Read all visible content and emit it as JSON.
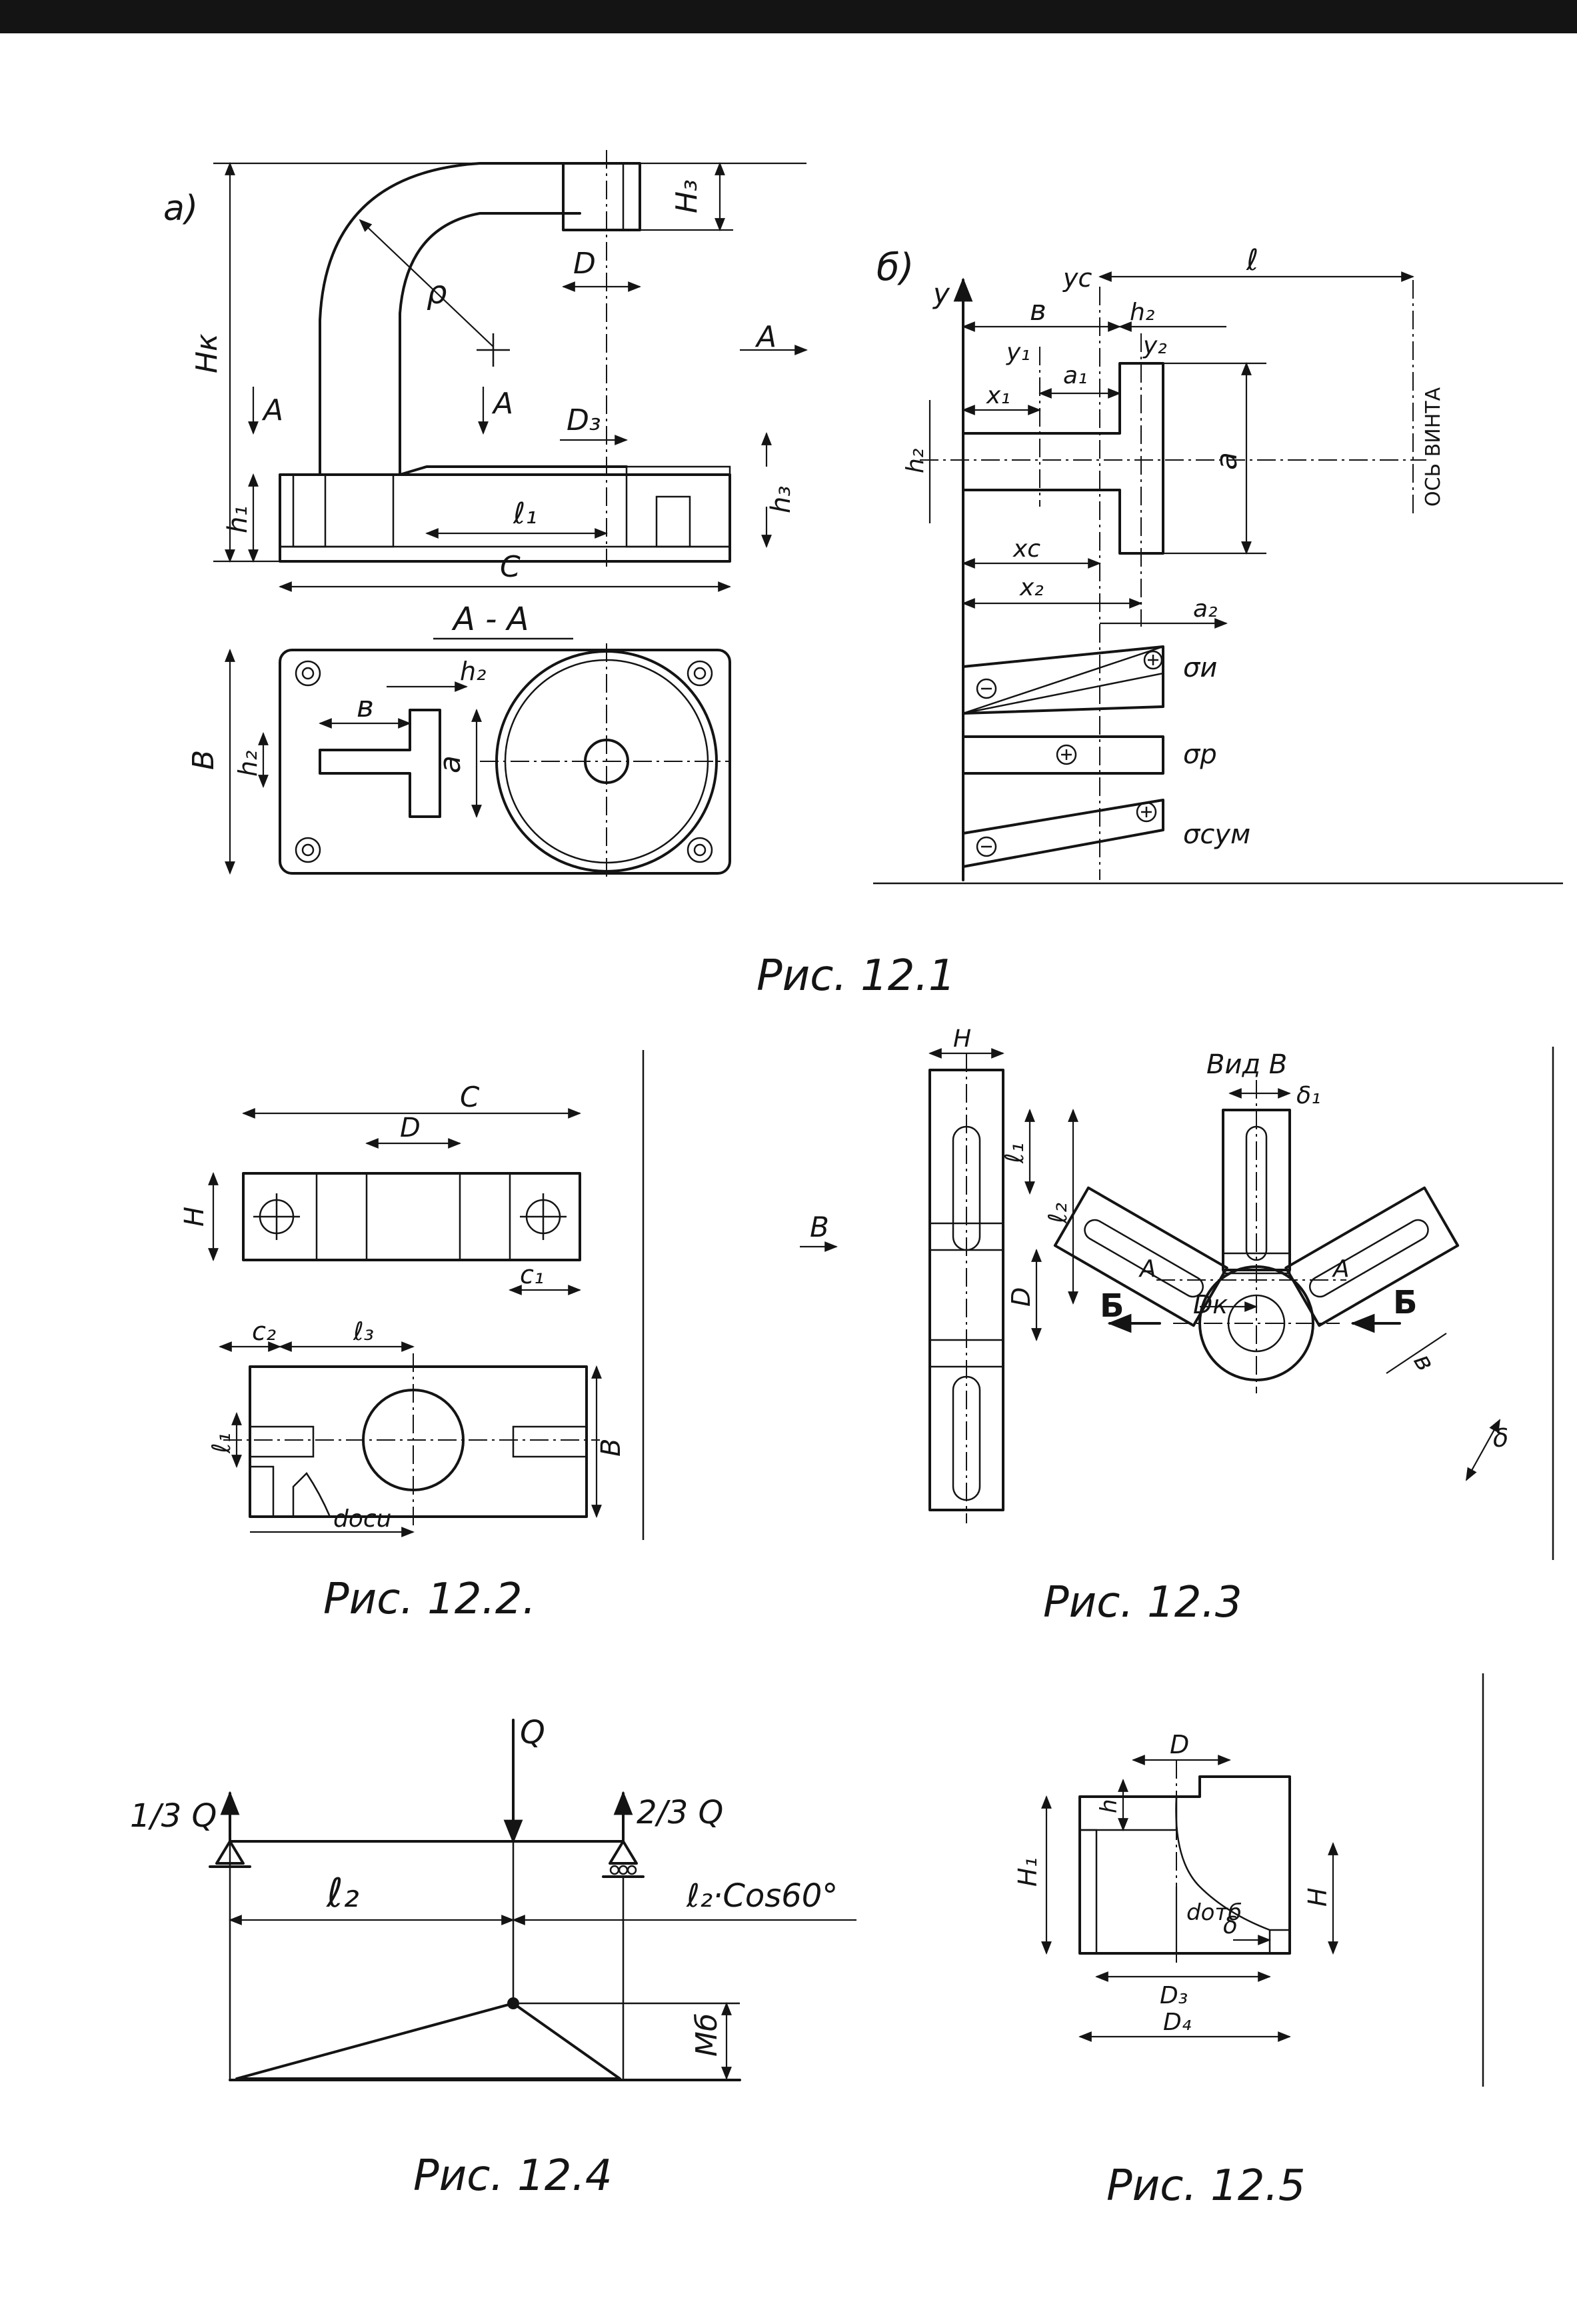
{
  "figures": {
    "fig_12_1": {
      "caption": "Рис. 12.1",
      "view_a": {
        "marker": "а)",
        "labels": [
          "H₃",
          "D",
          "ρ",
          "A",
          "A",
          "A",
          "Hк",
          "D₃",
          "h₃",
          "h₁",
          "ℓ₁",
          "C"
        ]
      },
      "section_aa": {
        "title": "A - A",
        "labels": [
          "B",
          "h₂",
          "в",
          "h₂",
          "a"
        ]
      },
      "view_b": {
        "marker": "б)",
        "labels": [
          "y",
          "yc",
          "ℓ",
          "в",
          "h₂",
          "y₁",
          "a₁",
          "y₂",
          "x₁",
          "h₂",
          "a",
          "xc",
          "x₂",
          "a₂"
        ],
        "axis_note": "ОСЬ ВИНТА",
        "stress_labels": [
          "σи",
          "σр",
          "σсум"
        ]
      }
    },
    "fig_12_2": {
      "caption": "Рис. 12.2.",
      "labels": [
        "C",
        "D",
        "H",
        "c₁",
        "c₂",
        "ℓ₃",
        "ℓ₁",
        "B",
        "dосu"
      ]
    },
    "fig_12_3": {
      "caption": "Рис. 12.3",
      "labels": [
        "H",
        "ℓ₁",
        "ℓ₂",
        "D",
        "B",
        "Вид В",
        "δ₁",
        "A",
        "A",
        "Б",
        "Б",
        "Dк",
        "в",
        "δ"
      ]
    },
    "fig_12_4": {
      "caption": "Рис. 12.4",
      "labels": [
        "Q",
        "1/3 Q",
        "2/3 Q",
        "ℓ₂",
        "ℓ₂·Cos60°",
        "Мб"
      ]
    },
    "fig_12_5": {
      "caption": "Рис. 12.5",
      "labels": [
        "h",
        "D",
        "H₁",
        "H",
        "dотб",
        "δ",
        "D₃",
        "D₄"
      ]
    }
  },
  "colors": {
    "ink": "#141414",
    "paper": "#ffffff"
  }
}
